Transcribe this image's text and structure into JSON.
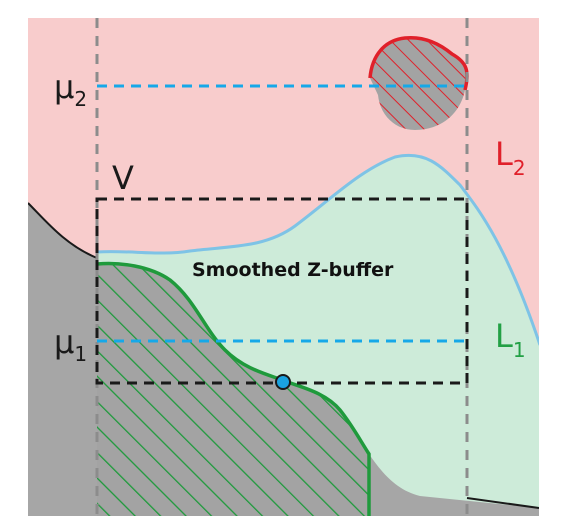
{
  "labels": {
    "mu2": "μ",
    "mu2_sub": "2",
    "mu1": "μ",
    "mu1_sub": "1",
    "v": "V",
    "l2": "L",
    "l2_sub": "2",
    "l1": "L",
    "l1_sub": "1",
    "caption": "Smoothed Z-buffer"
  },
  "colors": {
    "background_pink": "#f8cccc",
    "smoothed_fill": "#cdebd9",
    "smoothed_edge": "#7ec3e6",
    "gray_region": "#a6a6a6",
    "green_object": "#1f9a3c",
    "red_object": "#e0202a",
    "dashed_black": "#1a1a1a",
    "dashed_blue": "#16a8e8",
    "dashed_gray": "#8c8c8c",
    "point_fill": "#1aa3e0",
    "l2_label": "#e0202a",
    "l1_label": "#22a045"
  }
}
